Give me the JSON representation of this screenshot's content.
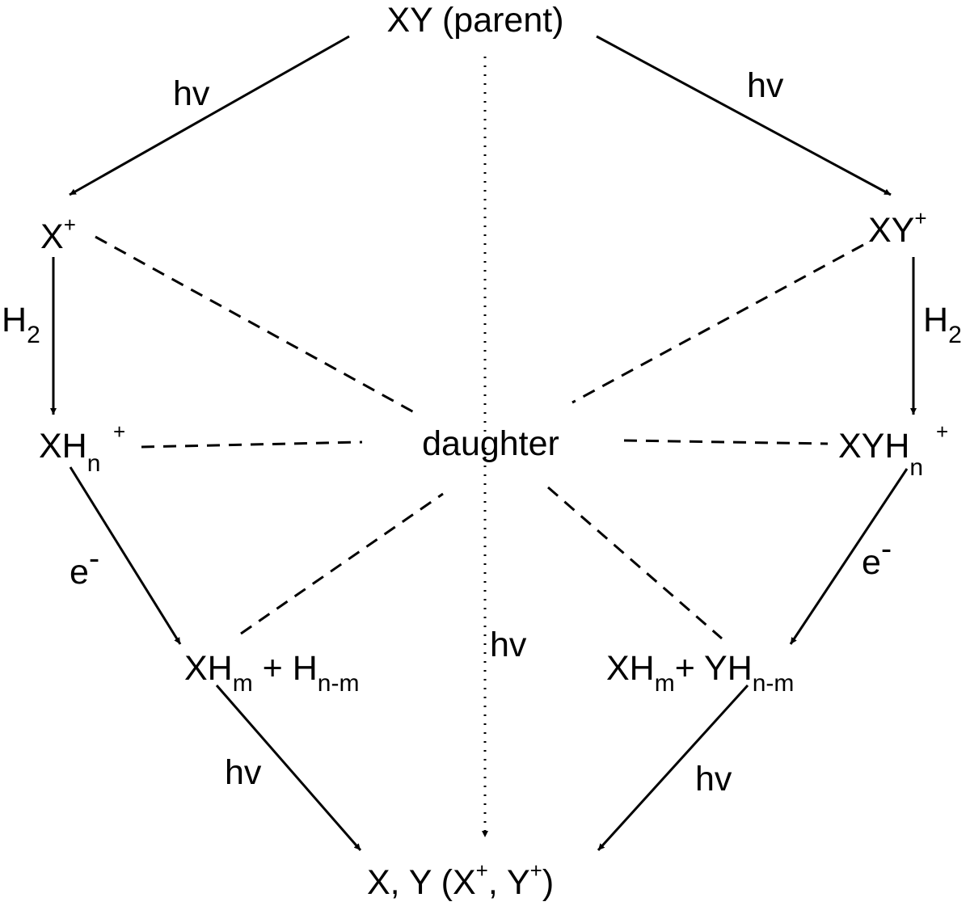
{
  "nodes": {
    "parent": {
      "text": "XY (parent)"
    },
    "x_ion": {
      "main": "X",
      "sup": "+"
    },
    "xy_ion": {
      "main": "XY",
      "sup": "+"
    },
    "xhn_ion": {
      "main": "XH",
      "sub": "n",
      "sup": "+"
    },
    "xyhn_ion": {
      "main": "XYH",
      "sub": "n",
      "sup": "+"
    },
    "daughter": {
      "text": "daughter"
    },
    "left_products": {
      "a": "XH",
      "a_sub": "m",
      "b": " + H",
      "b_sub": "n-m"
    },
    "right_products": {
      "a": "XH",
      "a_sub": "m",
      "b": "+ YH",
      "b_sub": "n-m"
    },
    "final": {
      "t1": "X, Y (X",
      "s1": "+",
      "t2": ", Y",
      "s2": "+",
      "t3": ")"
    }
  },
  "edge_labels": {
    "hv_top_left": "hv",
    "hv_top_right": "hv",
    "h2_left": {
      "main": "H",
      "sub": "2"
    },
    "h2_right": {
      "main": "H",
      "sub": "2"
    },
    "e_left": {
      "main": "e",
      "sup": "-"
    },
    "e_right": {
      "main": "e",
      "sup": "-"
    },
    "hv_center": "hv",
    "hv_bottom_left": "hv",
    "hv_bottom_right": "hv"
  },
  "colors": {
    "ink": "#000000",
    "background": "#ffffff"
  }
}
